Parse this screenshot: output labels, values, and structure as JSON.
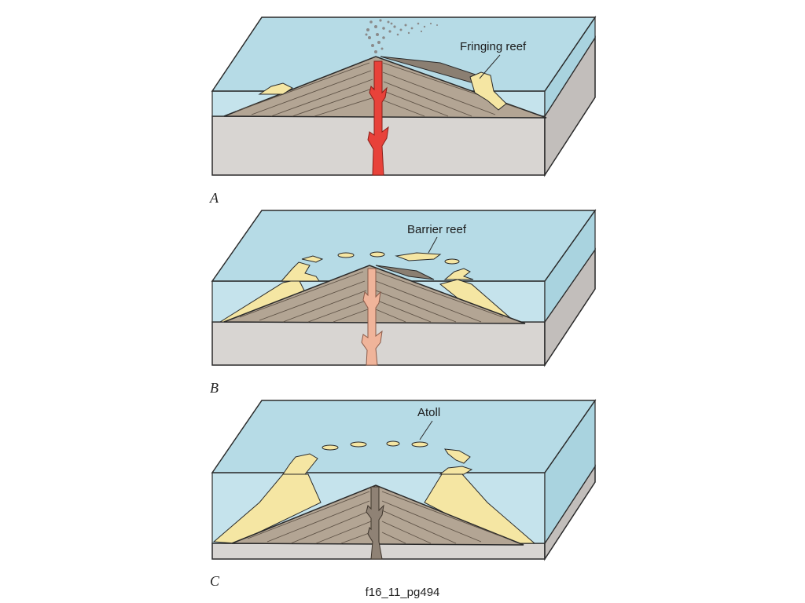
{
  "panels": [
    {
      "letter": "A",
      "label": "Fringing reef"
    },
    {
      "letter": "B",
      "label": "Barrier reef"
    },
    {
      "letter": "C",
      "label": "Atoll"
    }
  ],
  "caption": "f16_11_pg494",
  "colors": {
    "water_top": "#b6dbe6",
    "water_front": "#c5e3ec",
    "water_side": "#a9d3df",
    "bedrock": "#d8d5d2",
    "bedrock_side": "#c2bebb",
    "volcano": "#b3a594",
    "reef": "#f5e6a3",
    "magma_active": "#e8423a",
    "magma_cooling": "#f0b49a",
    "magma_extinct": "#8f8275",
    "outline": "#2a2a2a"
  }
}
